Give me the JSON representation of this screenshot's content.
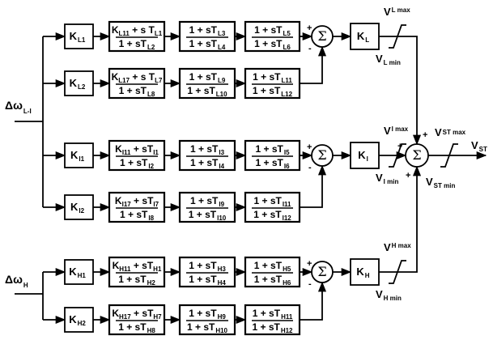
{
  "diagram": {
    "inputs": [
      {
        "id": "lI",
        "symbol": "Δω",
        "sub": "L-I"
      },
      {
        "id": "h",
        "symbol": "Δω",
        "sub": "H"
      }
    ],
    "bands": [
      {
        "id": "L",
        "branches": [
          {
            "gain": {
              "main": "K",
              "sub": "L1"
            },
            "tf1": {
              "num_k": "K",
              "num_k_sub": "L11",
              "num_rest": " + s T",
              "num_t_sub": "L1",
              "den": "1 + sT",
              "den_sub": "L2"
            },
            "tf2": {
              "num": "1 + sT",
              "num_sub": "L3",
              "den": "1 + sT",
              "den_sub": "L4"
            },
            "tf3": {
              "num": "1 + sT",
              "num_sub": "L5",
              "den": "1 + sT",
              "den_sub": "L6"
            }
          },
          {
            "gain": {
              "main": "K",
              "sub": "L2"
            },
            "tf1": {
              "num_k": "K",
              "num_k_sub": "L17",
              "num_rest": " + s T",
              "num_t_sub": "L7",
              "den": "1 + sT",
              "den_sub": "L8"
            },
            "tf2": {
              "num": "1 + sT",
              "num_sub": "L9",
              "den": "1 + sT",
              "den_sub": "L10"
            },
            "tf3": {
              "num": "1 + sT",
              "num_sub": "L11",
              "den": "1 + sT",
              "den_sub": "L12"
            }
          }
        ],
        "sum": {
          "symbol": "Σ",
          "plus": "+",
          "minus": "-"
        },
        "gain": {
          "main": "K",
          "sub": "L"
        },
        "limiter": {
          "max": "V",
          "max_sub": "L max",
          "min": "V",
          "min_sub": "L min"
        }
      },
      {
        "id": "I",
        "branches": [
          {
            "gain": {
              "main": "K",
              "sub": "I1"
            },
            "tf1": {
              "num_k": "K",
              "num_k_sub": "I11",
              "num_rest": " + sT",
              "num_t_sub": "I1",
              "den": "1 + sT",
              "den_sub": "I2"
            },
            "tf2": {
              "num": "1 + sT",
              "num_sub": "I3",
              "den": "1 + sT",
              "den_sub": "I4"
            },
            "tf3": {
              "num": "1 + sT",
              "num_sub": "I5",
              "den": "1 + sT",
              "den_sub": "I6"
            }
          },
          {
            "gain": {
              "main": "K",
              "sub": "I2"
            },
            "tf1": {
              "num_k": "K",
              "num_k_sub": "I17",
              "num_rest": " + sT",
              "num_t_sub": "I7",
              "den": "1 + sT",
              "den_sub": "I8"
            },
            "tf2": {
              "num": "1 + sT",
              "num_sub": "I9",
              "den": "1 + sT",
              "den_sub": "I10"
            },
            "tf3": {
              "num": "1 + sT",
              "num_sub": "I11",
              "den": "1 + sT",
              "den_sub": "I12"
            }
          }
        ],
        "sum": {
          "symbol": "Σ",
          "plus": "+",
          "minus": "-"
        },
        "gain": {
          "main": "K",
          "sub": "I"
        },
        "limiter": {
          "max": "V",
          "max_sub": "I max",
          "min": "V",
          "min_sub": "I min"
        }
      },
      {
        "id": "H",
        "branches": [
          {
            "gain": {
              "main": "K",
              "sub": "H1"
            },
            "tf1": {
              "num_k": "K",
              "num_k_sub": "H11",
              "num_rest": " + sT",
              "num_t_sub": "H1",
              "den": "1 + sT",
              "den_sub": "H2"
            },
            "tf2": {
              "num": "1 + sT",
              "num_sub": "H3",
              "den": "1 + sT",
              "den_sub": "H4"
            },
            "tf3": {
              "num": "1 + sT",
              "num_sub": "H5",
              "den": "1 + sT",
              "den_sub": "H6"
            }
          },
          {
            "gain": {
              "main": "K",
              "sub": "H2"
            },
            "tf1": {
              "num_k": "K",
              "num_k_sub": "H17",
              "num_rest": " + sT",
              "num_t_sub": "H7",
              "den": "1 + sT",
              "den_sub": "H8"
            },
            "tf2": {
              "num": "1 + sT",
              "num_sub": "H9",
              "den": "1 + sT",
              "den_sub": "H10"
            },
            "tf3": {
              "num": "1 + sT",
              "num_sub": "H11",
              "den": "1 + sT",
              "den_sub": "H12"
            }
          }
        ],
        "sum": {
          "symbol": "Σ",
          "plus": "+",
          "minus": "-"
        },
        "gain": {
          "main": "K",
          "sub": "H"
        },
        "limiter": {
          "max": "V",
          "max_sub": "H max",
          "min": "V",
          "min_sub": "H min"
        }
      }
    ],
    "final_sum": {
      "symbol": "Σ",
      "plus_top": "+",
      "plus_left": "+",
      "plus_bottom": "+"
    },
    "final_limiter": {
      "max": "V",
      "max_sub": "ST max",
      "min": "V",
      "min_sub": "ST min"
    },
    "output": {
      "main": "V",
      "sub": "ST"
    }
  }
}
